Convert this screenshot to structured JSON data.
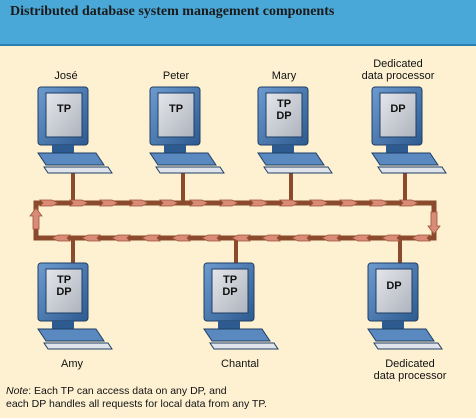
{
  "title": "Distributed database system management components",
  "top_nodes": [
    {
      "name": "José",
      "screen_lines": [
        "TP"
      ]
    },
    {
      "name": "Peter",
      "screen_lines": [
        "TP"
      ]
    },
    {
      "name": "Mary",
      "screen_lines": [
        "TP",
        "DP"
      ]
    },
    {
      "name_lines": [
        "Dedicated",
        "data processor"
      ],
      "screen_lines": [
        "DP"
      ]
    }
  ],
  "bottom_nodes": [
    {
      "name": "Amy",
      "screen_lines": [
        "TP",
        "DP"
      ]
    },
    {
      "name": "Chantal",
      "screen_lines": [
        "TP",
        "DP"
      ]
    },
    {
      "name_lines": [
        "Dedicated",
        "data processor"
      ],
      "screen_lines": [
        "DP"
      ]
    }
  ],
  "note": {
    "lead": "Note",
    "line1": ": Each TP can access data on any DP, and",
    "line2": "each DP handles all requests for local data from any TP."
  },
  "colors": {
    "background": "#fdf1d2",
    "title_bar": "#4aa8d8",
    "network": "#8c4a2c",
    "arrow": "#d98b78",
    "computer_body": "#3f6fa8",
    "screen": "#c9ccd3"
  }
}
